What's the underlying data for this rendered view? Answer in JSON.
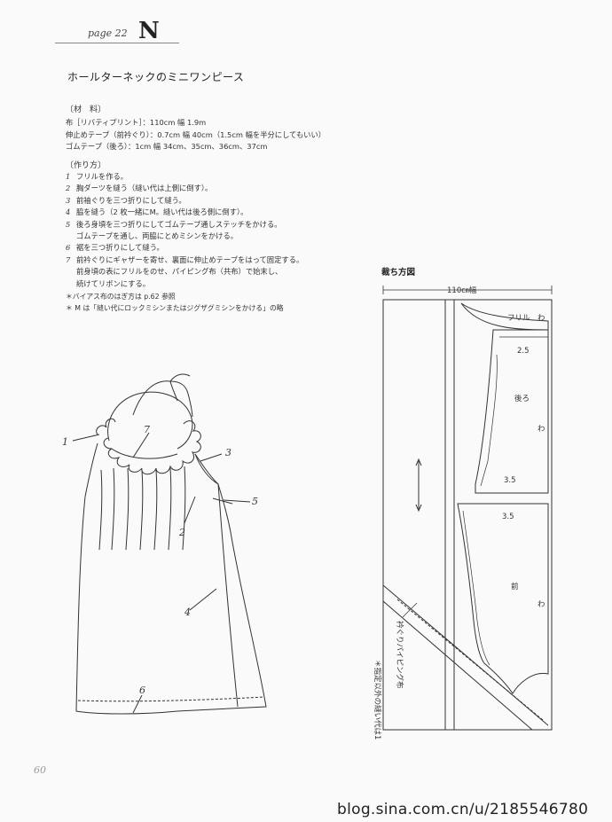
{
  "header": {
    "page_ref": "page 22",
    "letter": "N",
    "title": "ホールターネックのミニワンピース"
  },
  "materials": {
    "heading": "〔材　料〕",
    "lines": [
      "布［リバティプリント］：110cm 幅 1.9m",
      "伸止めテープ（前衿ぐり）：0.7cm 幅 40cm（1.5cm 幅を半分にしてもいい）",
      "ゴムテープ（後ろ）：1cm 幅 34cm、35cm、36cm、37cm"
    ]
  },
  "method": {
    "heading": "〔作り方〕",
    "steps": [
      {
        "num": "1",
        "lines": [
          "フリルを作る。"
        ]
      },
      {
        "num": "2",
        "lines": [
          "胸ダーツを縫う（縫い代は上側に倒す）。"
        ]
      },
      {
        "num": "3",
        "lines": [
          "前袖ぐりを三つ折りにして縫う。"
        ]
      },
      {
        "num": "4",
        "lines": [
          "脇を縫う（2 枚一緒にM。縫い代は後ろ側に倒す）。"
        ]
      },
      {
        "num": "5",
        "lines": [
          "後ろ身頃を三つ折りにしてゴムテープ通しステッチをかける。",
          "ゴムテープを通し、両脇にとめミシンをかける。"
        ]
      },
      {
        "num": "6",
        "lines": [
          "裾を三つ折りにして縫う。"
        ]
      },
      {
        "num": "7",
        "lines": [
          "前衿ぐりにギャザーを寄せ、裏面に伸止めテープをはって固定する。",
          "前身頃の表にフリルをのせ、パイピング布（共布）で始末し、",
          "続けてリボンにする。"
        ]
      }
    ],
    "notes": [
      "＊バイアス布のはぎ方は p.62 参照",
      "＊ M は「縫い代にロックミシンまたはジグザグミシンをかける」の略"
    ]
  },
  "illustration": {
    "labels": [
      "1",
      "7",
      "3",
      "5",
      "2",
      "4",
      "6"
    ]
  },
  "cutting_diagram": {
    "title": "裁ち方図",
    "width_label": "110㎝幅",
    "frill_label": "フリル",
    "wa": "わ",
    "back_label": "後ろ",
    "front_label": "前",
    "dim_25": "2.5",
    "dim_35a": "3.5",
    "dim_35b": "3.5",
    "piping_label": "衿ぐりパイピング布",
    "seam_note": "＊指定以外の縫い代は1"
  },
  "page_number": "60",
  "watermark": "blog.sina.com.cn/u/2185546780"
}
